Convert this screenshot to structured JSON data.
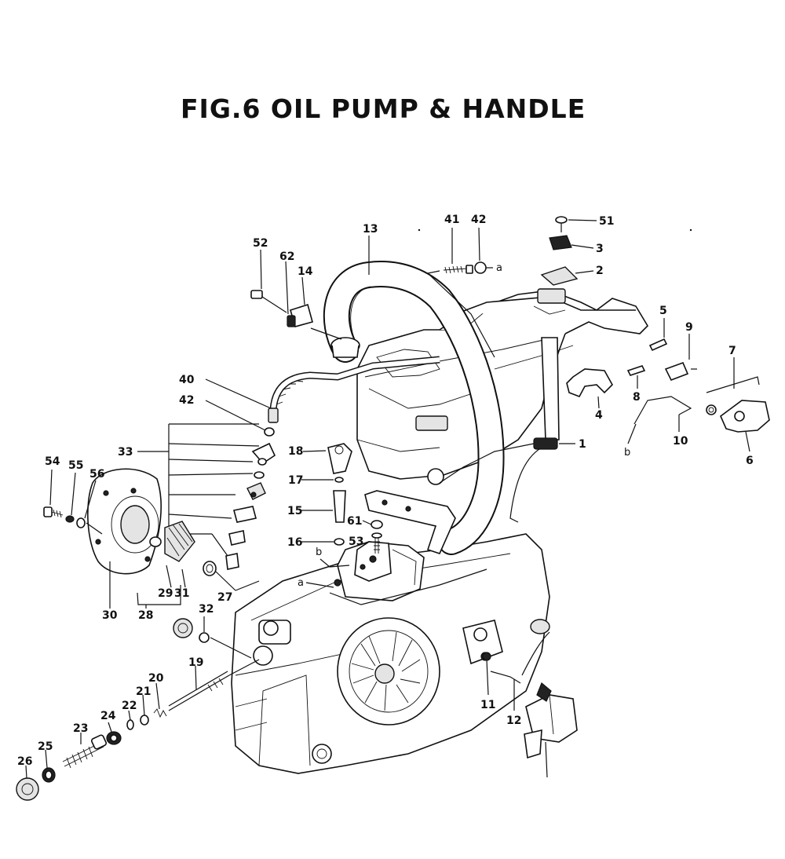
{
  "title": "FIG.6  OIL PUMP & HANDLE",
  "callouts": {
    "p1": "1",
    "p2": "2",
    "p3": "3",
    "p4": "4",
    "p5": "5",
    "p6": "6",
    "p7": "7",
    "p8": "8",
    "p9": "9",
    "p10": "10",
    "p11": "11",
    "p12": "12",
    "p13": "13",
    "p14": "14",
    "p15": "15",
    "p16": "16",
    "p17": "17",
    "p18": "18",
    "p19": "19",
    "p20": "20",
    "p21": "21",
    "p22": "22",
    "p23": "23",
    "p24": "24",
    "p25": "25",
    "p26": "26",
    "p27": "27",
    "p28": "28",
    "p29": "29",
    "p30": "30",
    "p31": "31",
    "p32": "32",
    "p33": "33",
    "p40": "40",
    "p41": "41",
    "p42a": "42",
    "p42b": "42",
    "p51": "51",
    "p52": "52",
    "p53": "53",
    "p54": "54",
    "p55": "55",
    "p56": "56",
    "p61": "61",
    "p62": "62"
  },
  "markers": {
    "a1": "a",
    "a2": "a",
    "b1": "b",
    "b2": "b"
  }
}
